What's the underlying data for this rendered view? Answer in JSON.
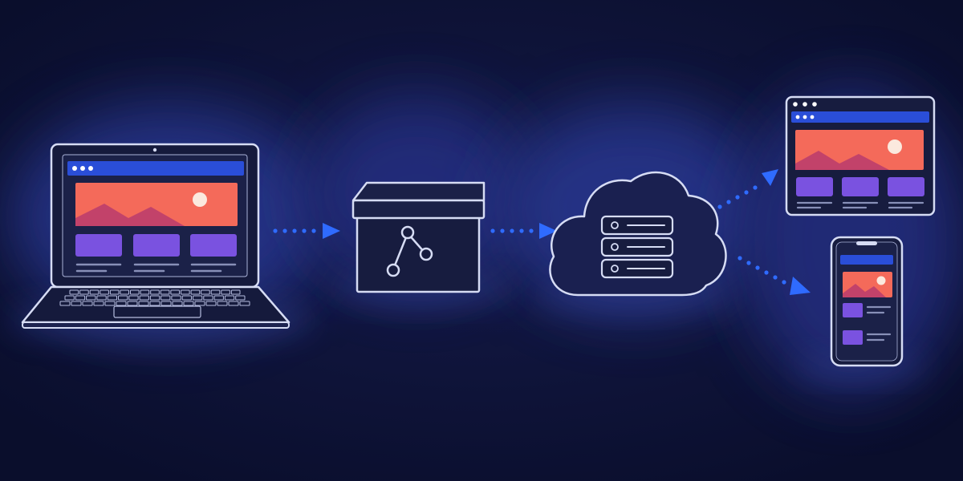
{
  "diagram": {
    "type": "deployment-flow",
    "stages": [
      {
        "id": "source",
        "icon": "laptop-icon",
        "content": "web-page-mockup"
      },
      {
        "id": "build",
        "icon": "package-box-icon",
        "emblem": "git-branch-icon"
      },
      {
        "id": "host",
        "icon": "cloud-server-icon",
        "content": "server-rack-icon"
      },
      {
        "id": "targets",
        "icons": [
          "browser-window-icon",
          "smartphone-icon"
        ]
      }
    ],
    "connectors": [
      "arrow-source-to-build",
      "arrow-build-to-host",
      "arrow-host-to-browser",
      "arrow-host-to-phone"
    ]
  },
  "colors": {
    "background": "#0d1234",
    "glow": "#2a3a9a",
    "outline": "#d6dcf4",
    "device_fill": "#171c3f",
    "accent_bar": "#2a4ed8",
    "hero_image": "#f46a5a",
    "mountain": "#c2426a",
    "sun": "#fbe9de",
    "card": "#7a52e0",
    "arrow": "#2f6bff",
    "text_line": "#8890b8"
  }
}
